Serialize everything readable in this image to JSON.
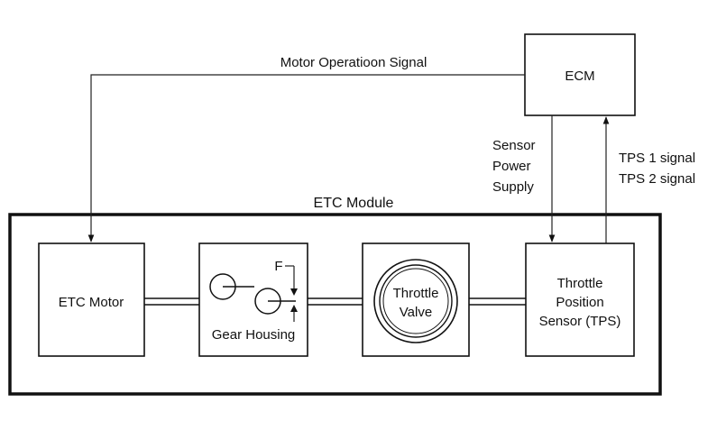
{
  "diagram": {
    "module_label": "ETC Module",
    "ecm_label": "ECM",
    "motor_signal_label": "Motor Operatioon Signal",
    "sensor_power_label": [
      "Sensor",
      "Power",
      "Supply"
    ],
    "tps_signal_label": [
      "TPS 1 signal",
      "TPS 2 signal"
    ],
    "etc_motor_label": "ETC Motor",
    "gear_housing_label": "Gear Housing",
    "force_label": "F",
    "throttle_valve_label": [
      "Throttle",
      "Valve"
    ],
    "tps_box_label": [
      "Throttle",
      "Position",
      "Sensor (TPS)"
    ]
  },
  "colors": {
    "line": "#111111",
    "background": "#ffffff"
  }
}
